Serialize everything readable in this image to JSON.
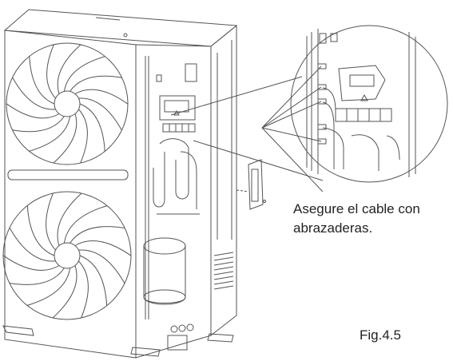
{
  "annotation": {
    "line1": "Asegure el cable con",
    "line2": "abrazaderas."
  },
  "caption": "Fig.4.5",
  "colors": {
    "line": "#555555",
    "background": "#ffffff",
    "text": "#222222"
  }
}
